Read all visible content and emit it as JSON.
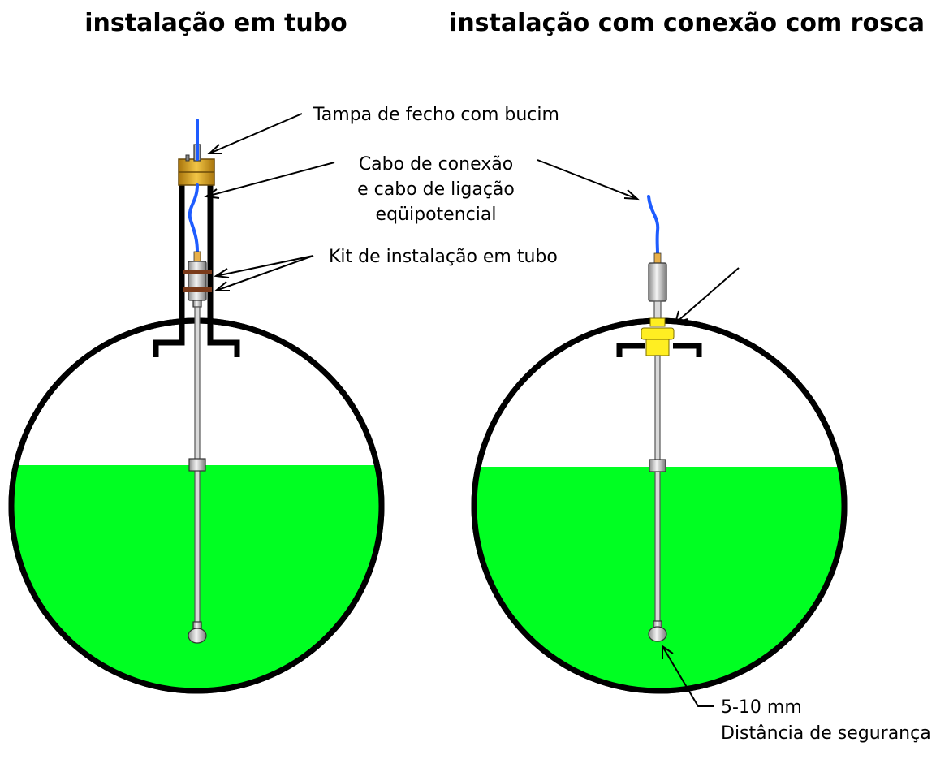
{
  "titles": {
    "left": "instalação em tubo",
    "right": "instalação com conexão com rosca"
  },
  "labels": {
    "cap": "Tampa de fecho com bucim",
    "cable_line1": "Cabo de conexão",
    "cable_line2": "e cabo de ligação",
    "cable_line3": "eqüipotencial",
    "kit": "Kit de instalação em tubo",
    "distance_value": "5-10 mm",
    "distance_text": "Distância de segurança"
  },
  "colors": {
    "liquid": "#00ff22",
    "cable": "#1e5cff",
    "brass": "#e0a81c",
    "fitting": "#ffee22",
    "clamp": "#7a3a1a",
    "outline": "#000000"
  },
  "icons": {
    "probe": "float-level-sensor",
    "arrow": "leader-arrow"
  }
}
